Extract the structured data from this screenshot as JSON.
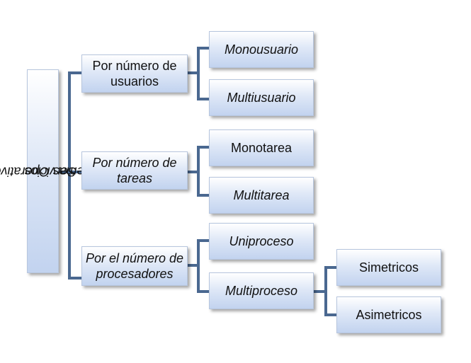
{
  "root": {
    "line1": "Sistemas Operativos por",
    "line2": "Servicios"
  },
  "categories": [
    {
      "line1": "Por número de",
      "line2": "usuarios"
    },
    {
      "line1": "Por número de",
      "line2": "tareas"
    },
    {
      "line1": "Por el número de",
      "line2": "procesadores"
    }
  ],
  "leaves": {
    "monousuario": "Monousuario",
    "multiusuario": "Multiusuario",
    "monotarea": "Monotarea",
    "multitarea": "Multitarea",
    "uniproceso": "Uniproceso",
    "multiproceso": "Multiproceso",
    "simetricos": "Simetricos",
    "asimetricos": "Asimetricos"
  },
  "colors": {
    "connector": "#4a6890",
    "box_border": "#b7c6de"
  }
}
